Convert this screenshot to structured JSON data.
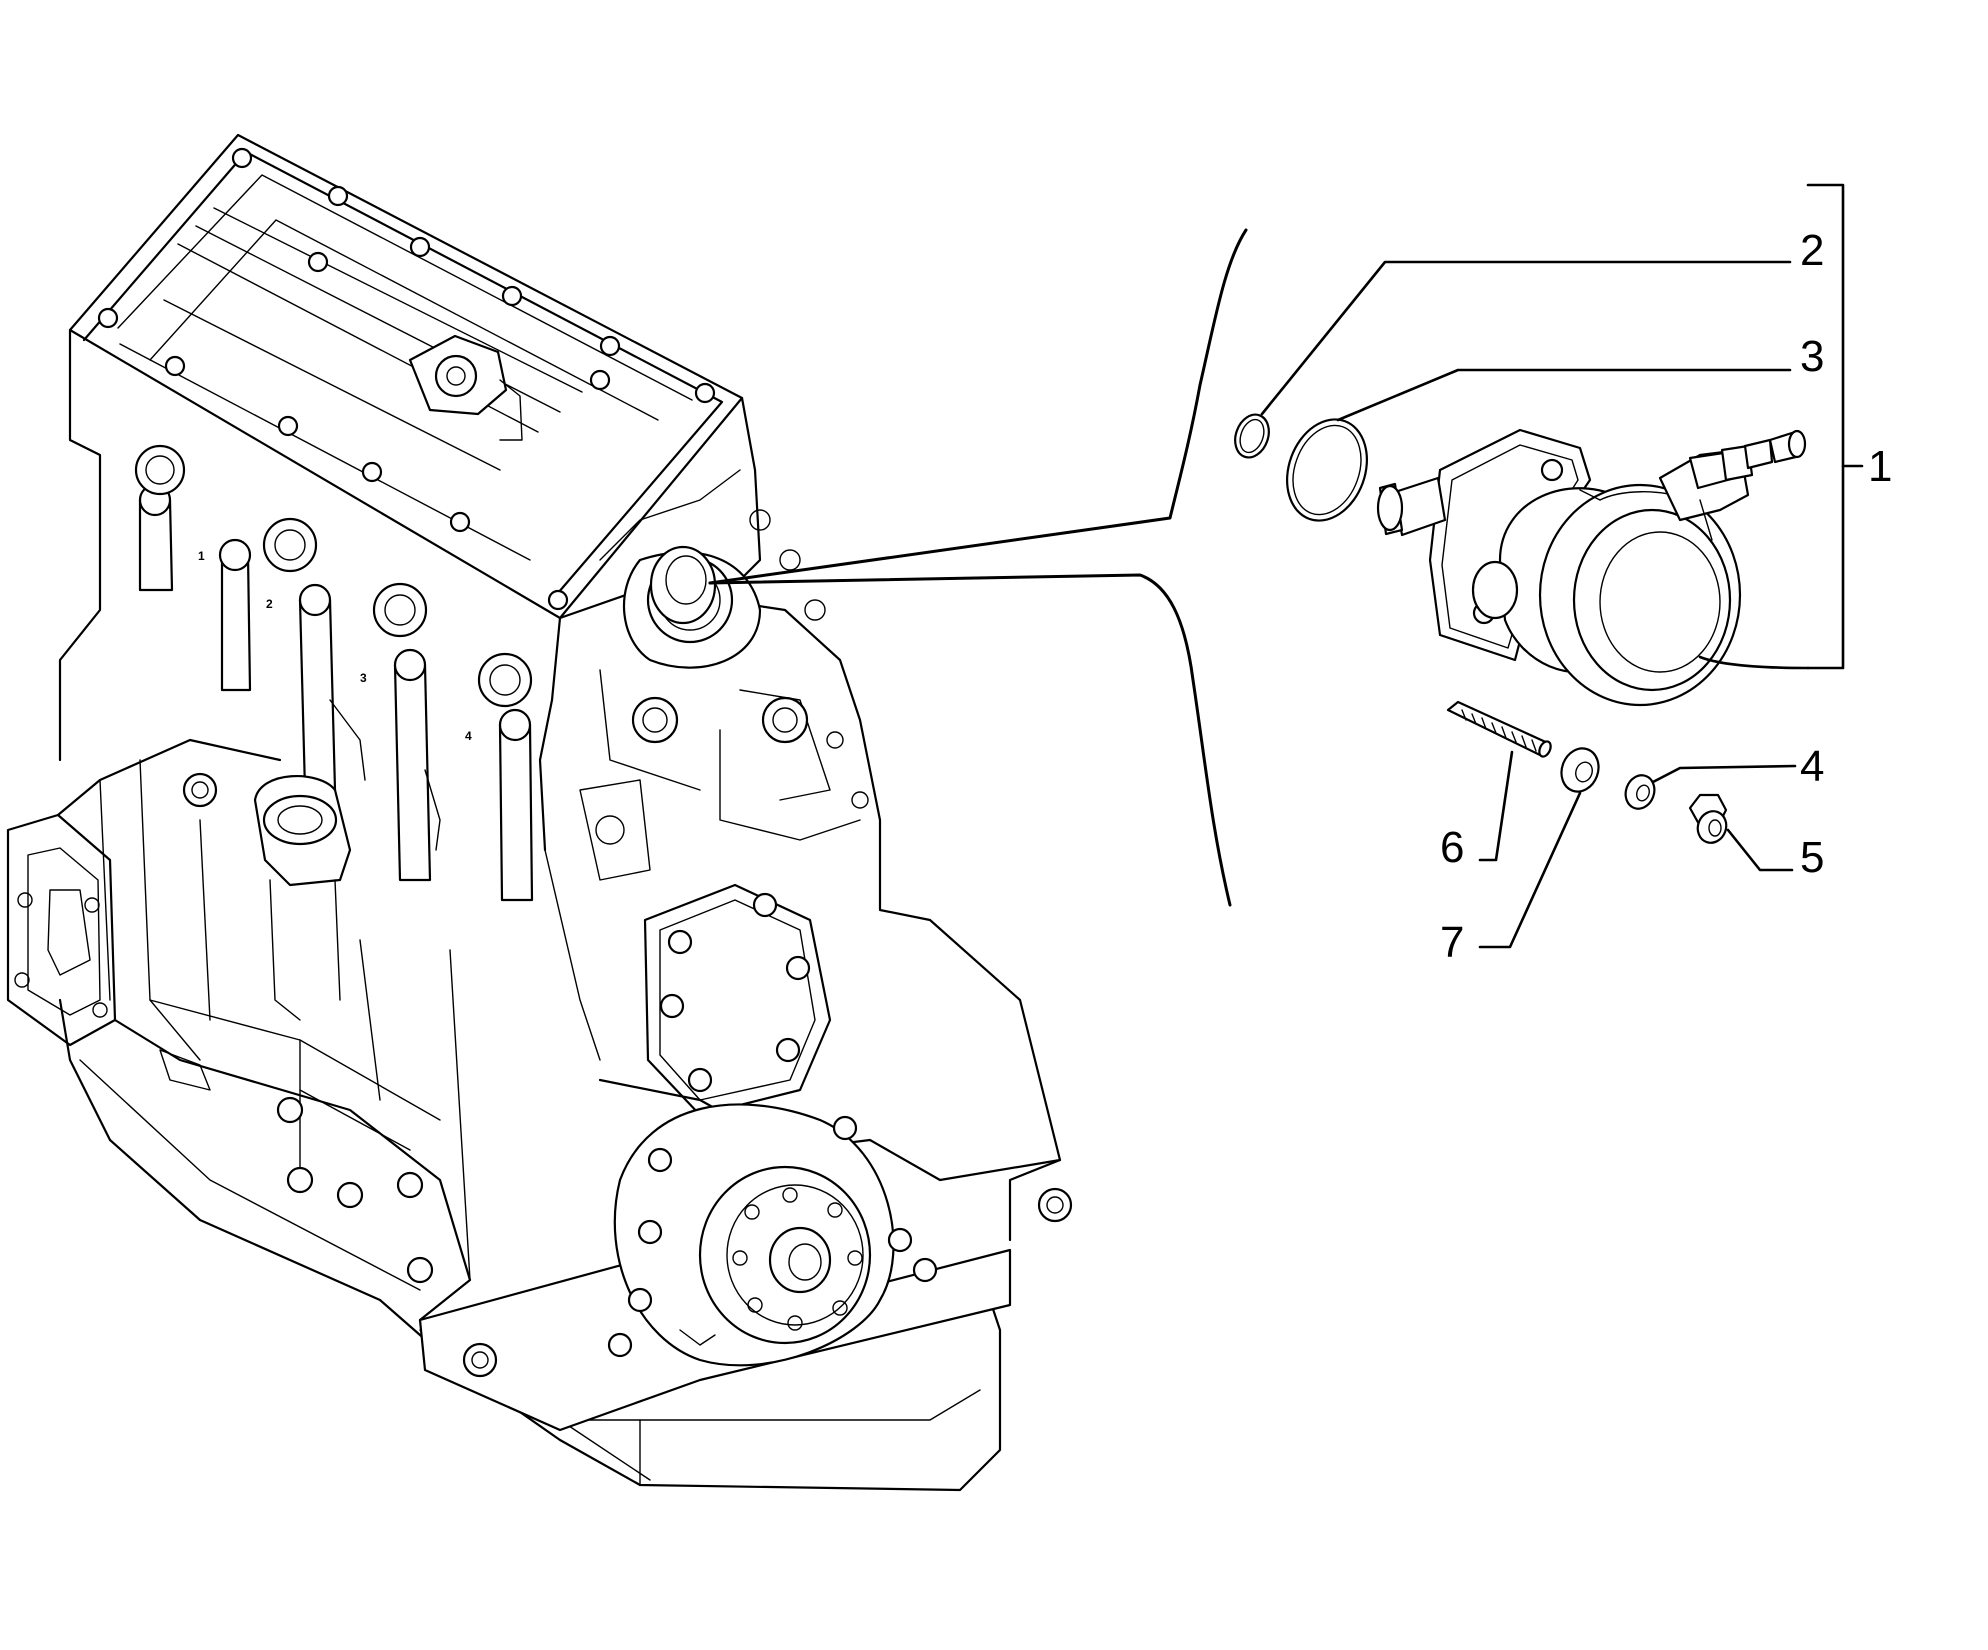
{
  "diagram": {
    "callouts": [
      {
        "id": "1",
        "label": "1"
      },
      {
        "id": "2",
        "label": "2"
      },
      {
        "id": "3",
        "label": "3"
      },
      {
        "id": "4",
        "label": "4"
      },
      {
        "id": "5",
        "label": "5"
      },
      {
        "id": "6",
        "label": "6"
      },
      {
        "id": "7",
        "label": "7"
      }
    ],
    "cylinder_marks": [
      "1",
      "2",
      "3",
      "4"
    ],
    "line_color": "#000000",
    "background": "#ffffff"
  }
}
